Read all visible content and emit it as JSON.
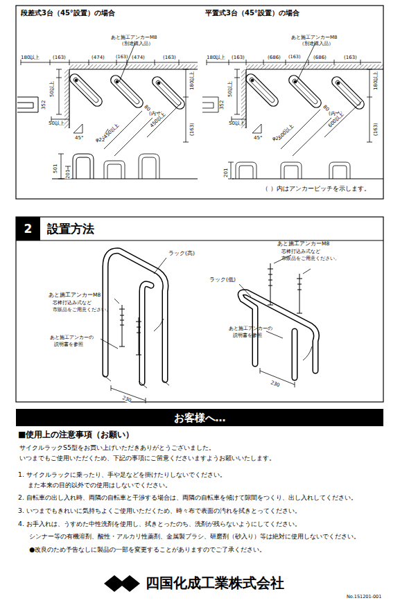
{
  "diagram": {
    "nodes": [
      {
        "text": [
          "2",
          "設置方法"
        ]
      },
      {
        "text": [
          "お客様へ…"
        ]
      }
    ],
    "labels": [
      "段差式3台（45°設置）の場合",
      "あと施工アンカーM8",
      "（別途購入品）",
      "180以上",
      "(163)",
      "(474)",
      "(163)",
      "(474)",
      "(163)",
      "50以上",
      "352",
      "180以上",
      "50以上",
      "45°",
      "φ22",
      "80",
      "(内寸)",
      "450以上",
      "450以上",
      "(163)",
      "501",
      "201",
      "平置式3台（45°設置）の場合",
      "あと施工アンカーM8",
      "（別途購入品）",
      "180以上",
      "(163)",
      "(686)",
      "(163)",
      "(686)",
      "(163)",
      "50以上",
      "352",
      "180以上",
      "50以上",
      "45°",
      "φ22",
      "80",
      "(内寸)",
      "600以上",
      "600以上",
      "(163)",
      "201",
      "（ ）内はアンカーピッチを示します。",
      "ラック(高)",
      "あと施工アンカーM8",
      "芯棒打込み式など",
      "市販品をご用意ください。",
      "あと施工アンカーの",
      "説明書を参照",
      "230",
      "あと施工アンカーM8",
      "芯棒打込み式など",
      "市販品をご用意ください。",
      "ラック(低)",
      "あと施工アンカーの",
      "説明書を参照",
      "230",
      "■使用上の注意事項（お願い）",
      "サイクルラックS5型をお買い上げいただきありがとうございました。",
      "いつまでもご使用いただくため、下記の事項にご留意くださいますようお願いいたします。",
      "1. サイクルラックに乗ったり、手や足などを掛けたりしないでください。",
      "また本来の目的以外での使用はしないでください。",
      "2. 自転車の出し入れ時、両隣の自転車と干渉する場合は、両隣の自転車を傾けて隙間をつくり、出し入れしてください。",
      "3. いつまでもきれいに気持ちよくご使用いただくため、時々布で表面の汚れを拭きとってください。",
      "4. お手入れは、うすめた中性洗剤を使用し、拭きとったのち、洗剤が残らないようにしてください。",
      "シンナー等の有機溶剤、酸性・アルカリ性薬剤、金属製ブラシ、研磨剤（砂入り）等は絶対に使用しないでください。",
      "●改良のため予告なしに製品の一部を変更することがありますのでご了承ください。",
      "四国化成工業株式会社",
      "No.151201-001"
    ]
  }
}
